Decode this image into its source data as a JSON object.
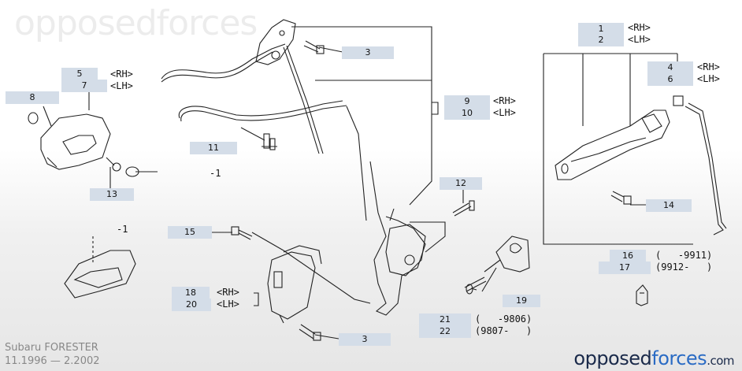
{
  "watermark": "opposedforces",
  "callouts": {
    "c1": "1",
    "c2": "2",
    "c3a": "3",
    "c3b": "3",
    "c4": "4",
    "c5": "5",
    "c6": "6",
    "c7": "7",
    "c8": "8",
    "c9": "9",
    "c10": "10",
    "c11": "11",
    "c12": "12",
    "c13": "13",
    "c14": "14",
    "c15": "15",
    "c16": "16",
    "c17": "17",
    "c18": "18",
    "c19": "19",
    "c20": "20",
    "c21": "21",
    "c22": "22"
  },
  "notes": {
    "rh_lh_1": "<RH>\n<LH>",
    "rh_lh_4": "<RH>\n<LH>",
    "rh_lh_5": "<RH>\n<LH>",
    "rh_lh_9": "<RH>\n<LH>",
    "rh_lh_18": "<RH>\n<LH>",
    "minus1_a": "-1",
    "minus1_b": "-1",
    "range_16": "(   -9911)",
    "range_17": "(9912-   )",
    "range_21": "(   -9806)",
    "range_22": "(9807-   )"
  },
  "footer": {
    "model": "Subaru FORESTER",
    "years": "11.1996 — 2.2002"
  },
  "brand": {
    "part1": "opposed",
    "part2": "forces",
    "part3": ".com"
  }
}
